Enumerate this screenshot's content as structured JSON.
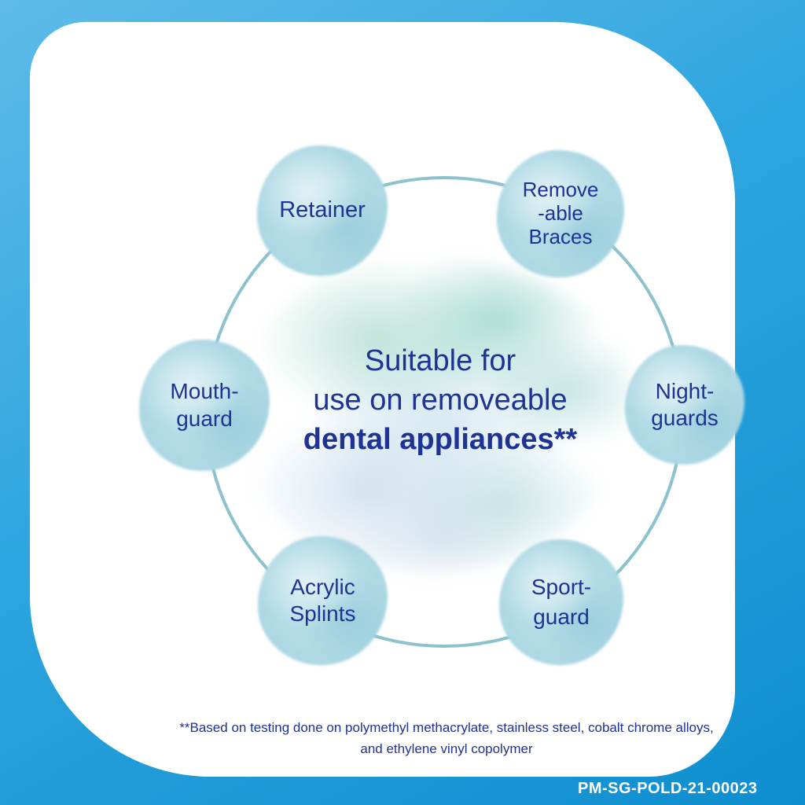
{
  "frame": {
    "product_code": "PM-SG-POLD-21-00023"
  },
  "diagram": {
    "center": {
      "lines": [
        "Suitable for",
        "use on removeable",
        "dental appliances**"
      ]
    },
    "nodes": [
      {
        "name": "retainer",
        "lines": [
          "Retainer"
        ]
      },
      {
        "name": "removeable-braces",
        "lines": [
          "Remove",
          "-able",
          "Braces"
        ]
      },
      {
        "name": "mouthguard",
        "lines": [
          "Mouth-",
          "guard"
        ]
      },
      {
        "name": "nightguards",
        "lines": [
          "Night-",
          "guards"
        ]
      },
      {
        "name": "acrylic-splints",
        "lines": [
          "Acrylic",
          "Splints"
        ]
      },
      {
        "name": "sportguard",
        "lines": [
          "Sport-",
          "guard"
        ]
      }
    ],
    "footnote": {
      "lines": [
        "**Based on testing done on polymethyl methacrylate, stainless steel, cobalt chrome alloys,",
        "and ethylene vinyl copolymer"
      ]
    }
  },
  "colors": {
    "background_top": "#5ebbe9",
    "background_bottom": "#0e8ecf",
    "card": "#ffffff",
    "bubble_base": "#b0dae5",
    "ring": "#8cc2cd",
    "text_navy": "#1e3393",
    "code_text": "#ffffff"
  }
}
